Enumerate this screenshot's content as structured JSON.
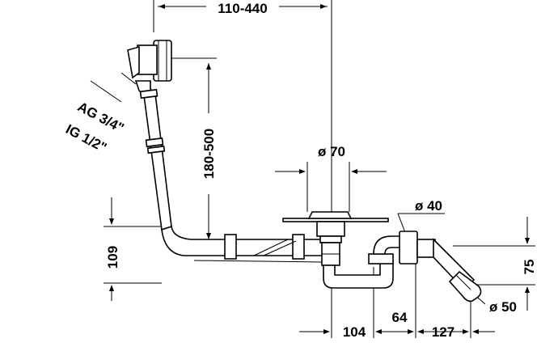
{
  "drawing": {
    "dimensions": {
      "overflow_reach": "110-440",
      "overflow_height": "180-500",
      "waste_diameter": "ø 70",
      "bend_diameter": "ø 40",
      "outlet_diameter": "ø 50",
      "height_left": "109",
      "height_right": "75",
      "offset_104": "104",
      "offset_64": "64",
      "offset_127": "127"
    },
    "thread": {
      "outer": "AG 3/4\"",
      "inner": "IG 1/2\""
    }
  }
}
